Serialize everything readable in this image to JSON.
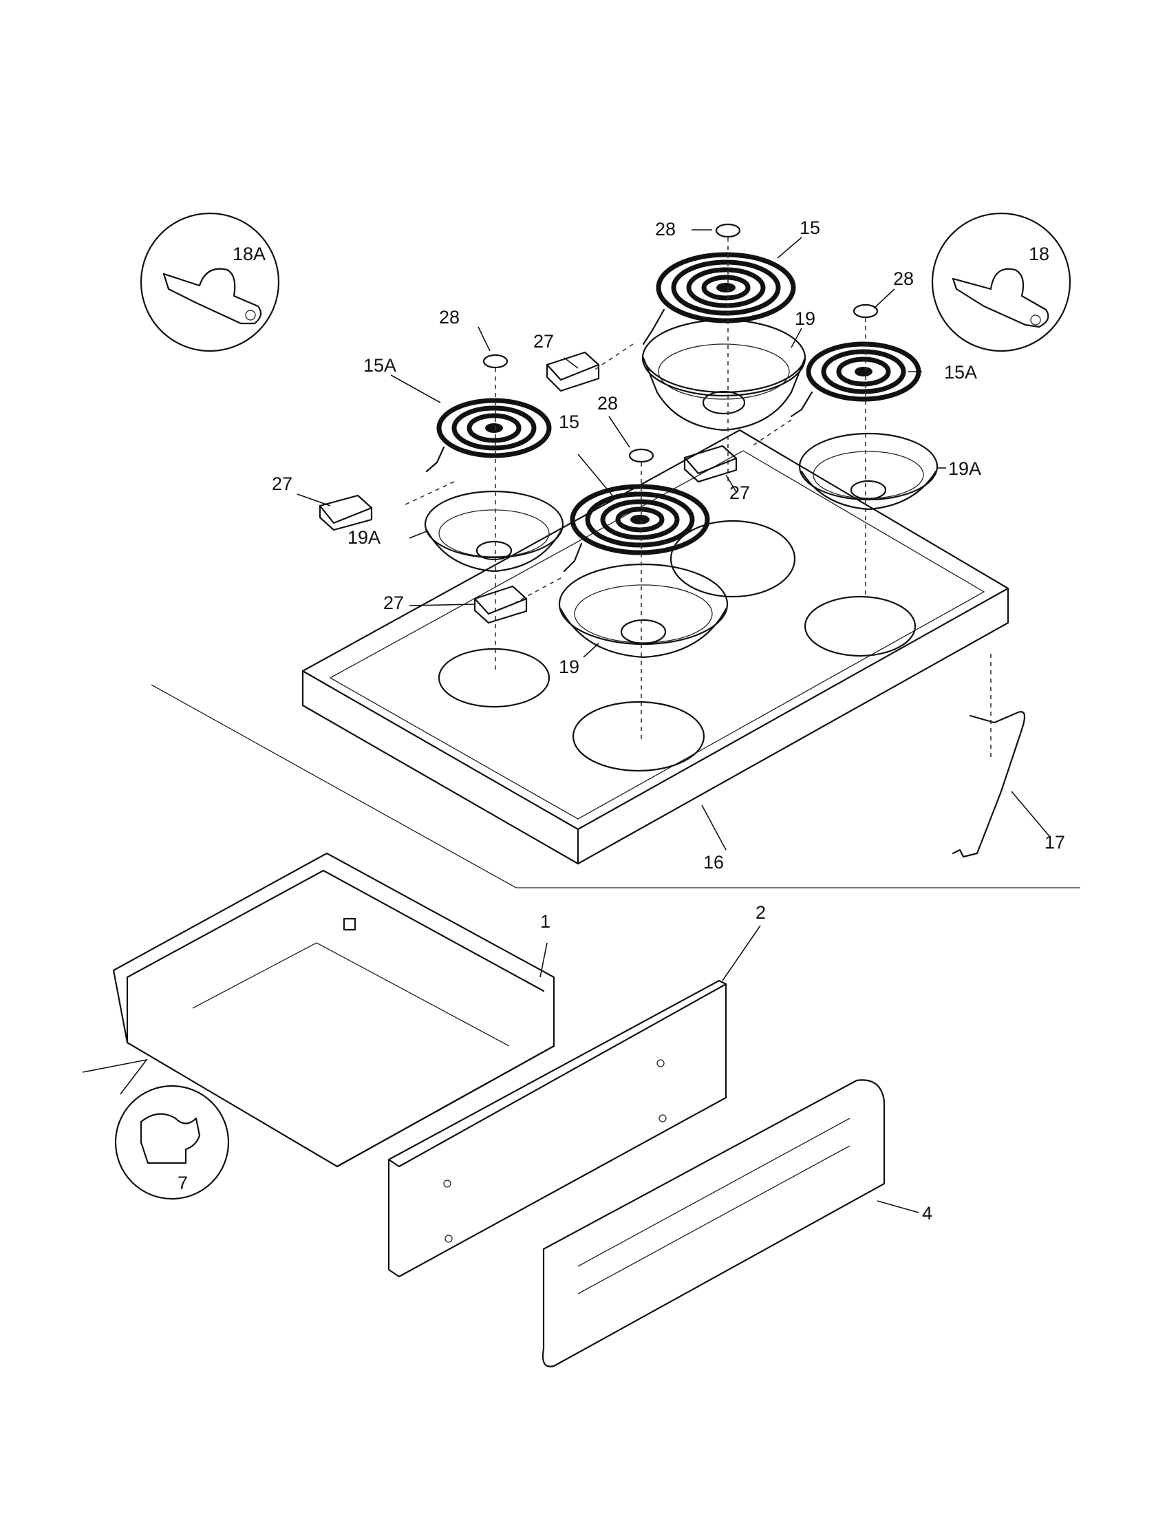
{
  "labels": {
    "p18A": "18A",
    "p18": "18",
    "p28a": "28",
    "p28b": "28",
    "p28c": "28",
    "p28d": "28",
    "p15a": "15",
    "p15b": "15",
    "p15Aa": "15A",
    "p15Ab": "15A",
    "p19a": "19",
    "p19b": "19",
    "p19Aa": "19A",
    "p19Ab": "19A",
    "p27a": "27",
    "p27b": "27",
    "p27c": "27",
    "p27d": "27",
    "p16": "16",
    "p17": "17",
    "p1": "1",
    "p2": "2",
    "p4": "4",
    "p7": "7"
  }
}
